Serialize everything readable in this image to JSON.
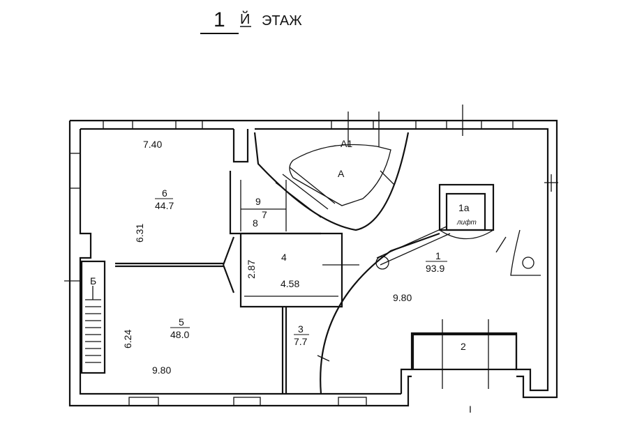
{
  "title": {
    "number": "1",
    "suffix": "Й",
    "word": "ЭТАЖ"
  },
  "rooms": {
    "r6": {
      "num": "6",
      "area": "44.7"
    },
    "r5": {
      "num": "5",
      "area": "48.0"
    },
    "r3": {
      "num": "3",
      "area": "7.7"
    },
    "r1": {
      "num": "1",
      "area": "93.9"
    },
    "r4": "4",
    "r7": "7",
    "r8": "8",
    "r9": "9",
    "r2": "2",
    "r1a": "1а",
    "lift": "лифт",
    "A": "А",
    "A1": "А1",
    "B": "Б"
  },
  "dimensions": {
    "d740": "7.40",
    "d631": "6.31",
    "d624": "6.24",
    "d980_left": "9.80",
    "d980_right": "9.80",
    "d287": "2.87",
    "d458": "4.58"
  },
  "marks": {
    "entrance": "I"
  }
}
